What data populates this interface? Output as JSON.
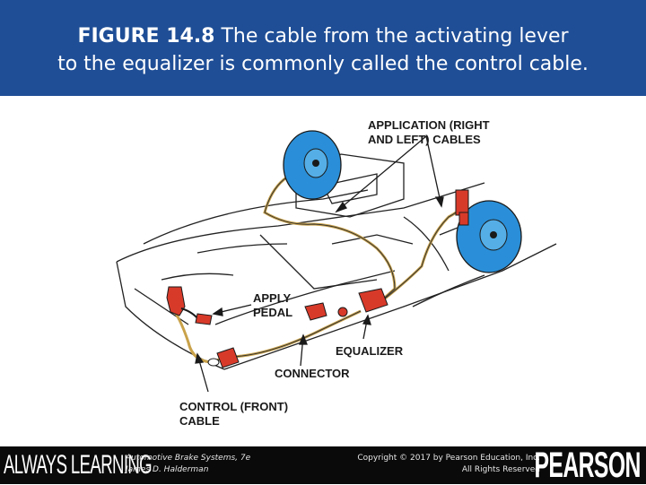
{
  "header": {
    "title_bold": "FIGURE 14.8",
    "title_rest": " The cable from the activating lever",
    "title_line2": "to the equalizer is commonly called the control cable."
  },
  "figure": {
    "labels": {
      "application_line1": "APPLICATION (RIGHT",
      "application_line2": "AND LEFT) CABLES",
      "apply_line1": "APPLY",
      "apply_line2": "PEDAL",
      "equalizer": "EQUALIZER",
      "connector": "CONNECTOR",
      "control_line1": "CONTROL (FRONT)",
      "control_line2": "CABLE"
    },
    "colors": {
      "part_red": "#d83a2a",
      "drum_blue": "#2a8fd8",
      "cable": "#c9a24a"
    }
  },
  "footer": {
    "brand_left": "ALWAYS LEARNING",
    "book_title": "Automotive Brake Systems, 7e",
    "author": "James D. Halderman",
    "copyright": "Copyright © 2017 by Pearson Education, Inc.",
    "rights": "All Rights Reserved",
    "brand_right": "PEARSON"
  }
}
